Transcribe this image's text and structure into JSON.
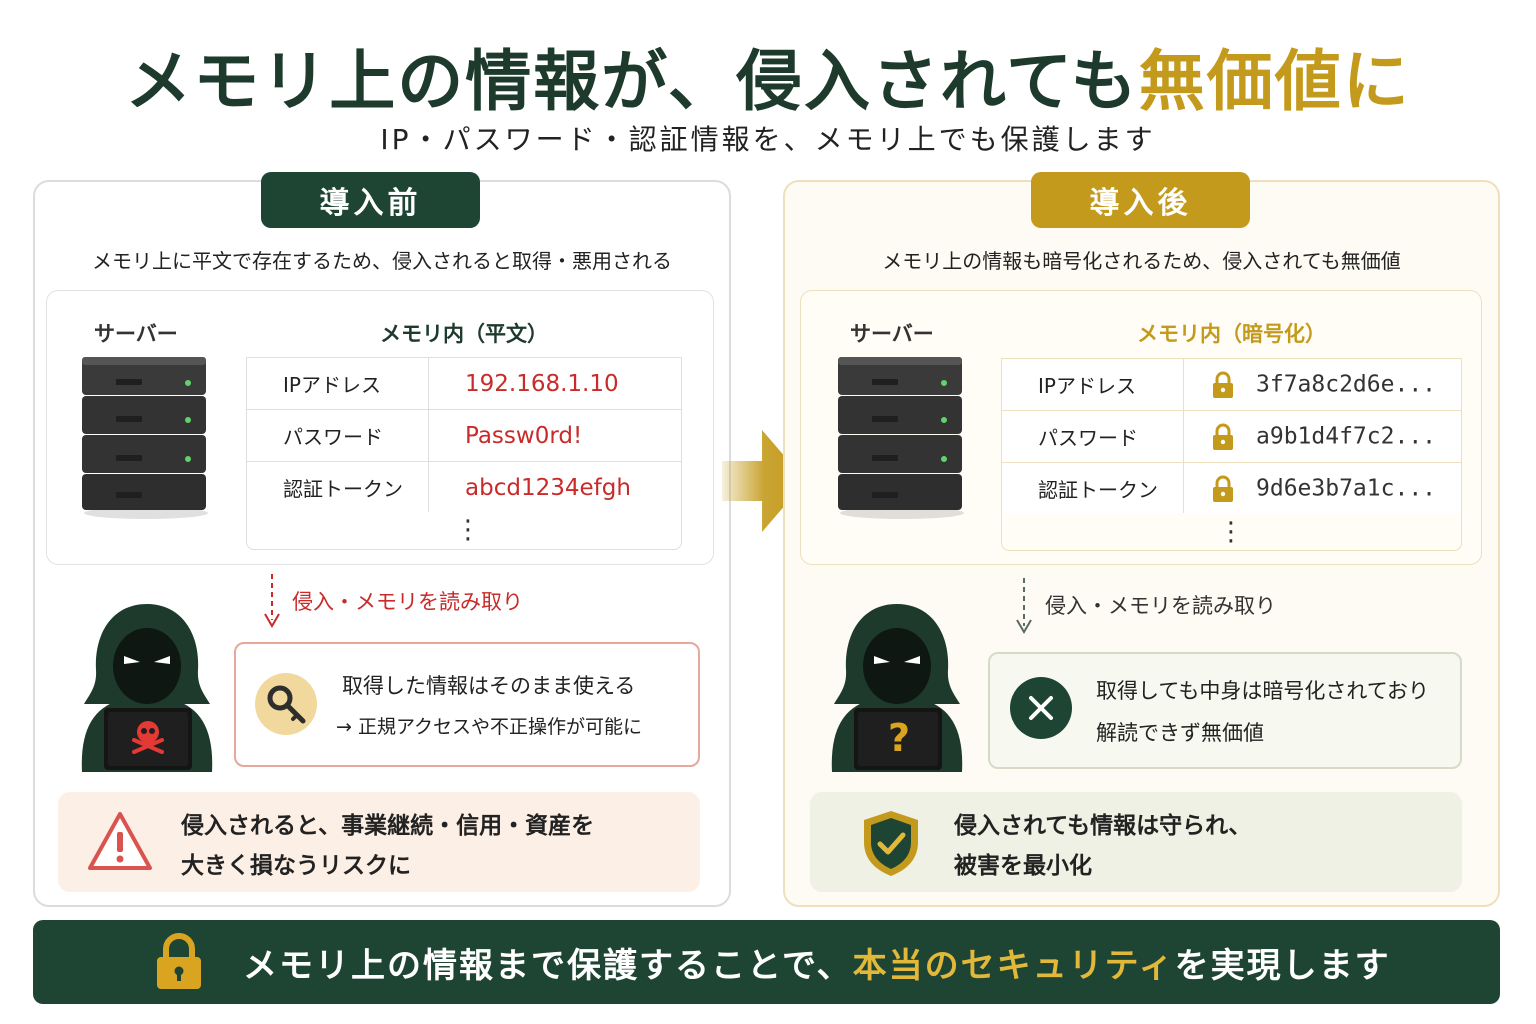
{
  "header": {
    "title_main": "メモリ上の情報が、侵入されても",
    "title_highlight": "無価値に",
    "subtitle": "IP・パスワード・認証情報を、メモリ上でも保護します"
  },
  "before": {
    "badge": "導入前",
    "description": "メモリ上に平文で存在するため、侵入されると取得・悪用される",
    "server_label": "サーバー",
    "memory_title": "メモリ内（平文）",
    "rows": [
      {
        "label": "IPアドレス",
        "value": "192.168.1.10"
      },
      {
        "label": "パスワード",
        "value": "Passw0rd!"
      },
      {
        "label": "認証トークン",
        "value": "abcd1234efgh"
      }
    ],
    "ellipsis": "⋮",
    "read_text": "侵入・メモリを読み取り",
    "callout_line1": "取得した情報はそのまま使える",
    "callout_line2": "→ 正規アクセスや不正操作が可能に",
    "risk_line1": "侵入されると、事業継続・信用・資産を",
    "risk_line2": "大きく損なうリスクに"
  },
  "after": {
    "badge": "導入後",
    "description": "メモリ上の情報も暗号化されるため、侵入されても無価値",
    "server_label": "サーバー",
    "memory_title": "メモリ内（暗号化）",
    "rows": [
      {
        "label": "IPアドレス",
        "value": "3f7a8c2d6e..."
      },
      {
        "label": "パスワード",
        "value": "a9b1d4f7c2..."
      },
      {
        "label": "認証トークン",
        "value": "9d6e3b7a1c..."
      }
    ],
    "ellipsis": "⋮",
    "read_text": "侵入・メモリを読み取り",
    "callout_line1": "取得しても中身は暗号化されており",
    "callout_line2": "解読できず無価値",
    "laptop_symbol": "?",
    "safe_line1": "侵入されても情報は守られ、",
    "safe_line2": "被害を最小化"
  },
  "footer": {
    "text_pre": "メモリ上の情報まで保護することで、",
    "text_highlight": "本当のセキュリティ",
    "text_post": "を実現します"
  },
  "colors": {
    "dark_green": "#1e4434",
    "gold": "#c49a1c",
    "red": "#c92a2a"
  },
  "icons": [
    "server-icon",
    "hacker-icon",
    "skull-icon",
    "key-icon",
    "warning-icon",
    "arrow-right-icon",
    "lock-icon",
    "close-icon",
    "shield-check-icon",
    "question-icon"
  ]
}
